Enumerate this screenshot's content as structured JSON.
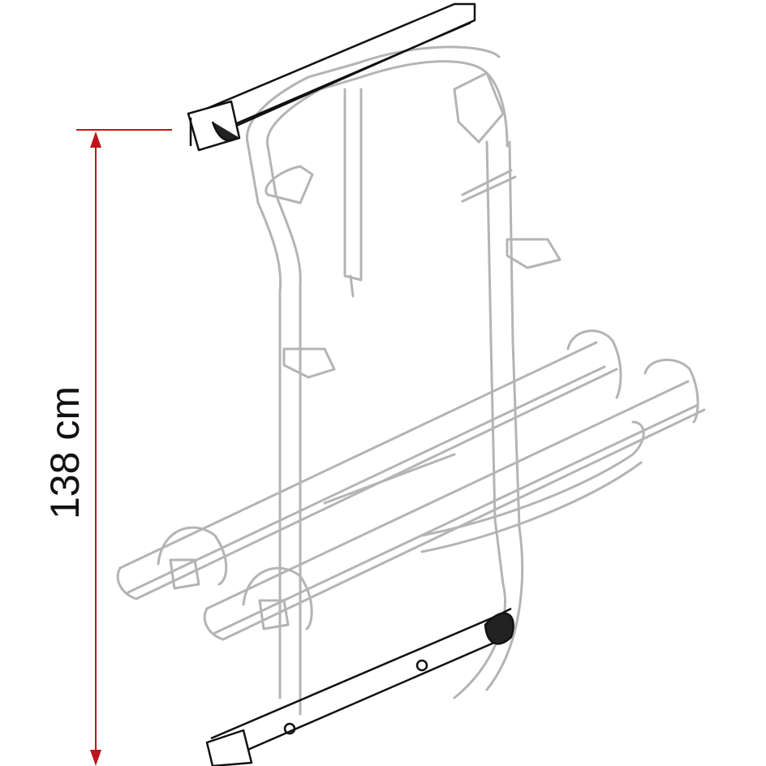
{
  "diagram": {
    "subject": "bike-rack",
    "dimension": {
      "label": "138 cm",
      "orientation": "vertical",
      "color": "#c0141c"
    },
    "colors": {
      "ghost_line": "#b4b4b4",
      "dark_line": "#111111",
      "background": "#ffffff"
    }
  }
}
